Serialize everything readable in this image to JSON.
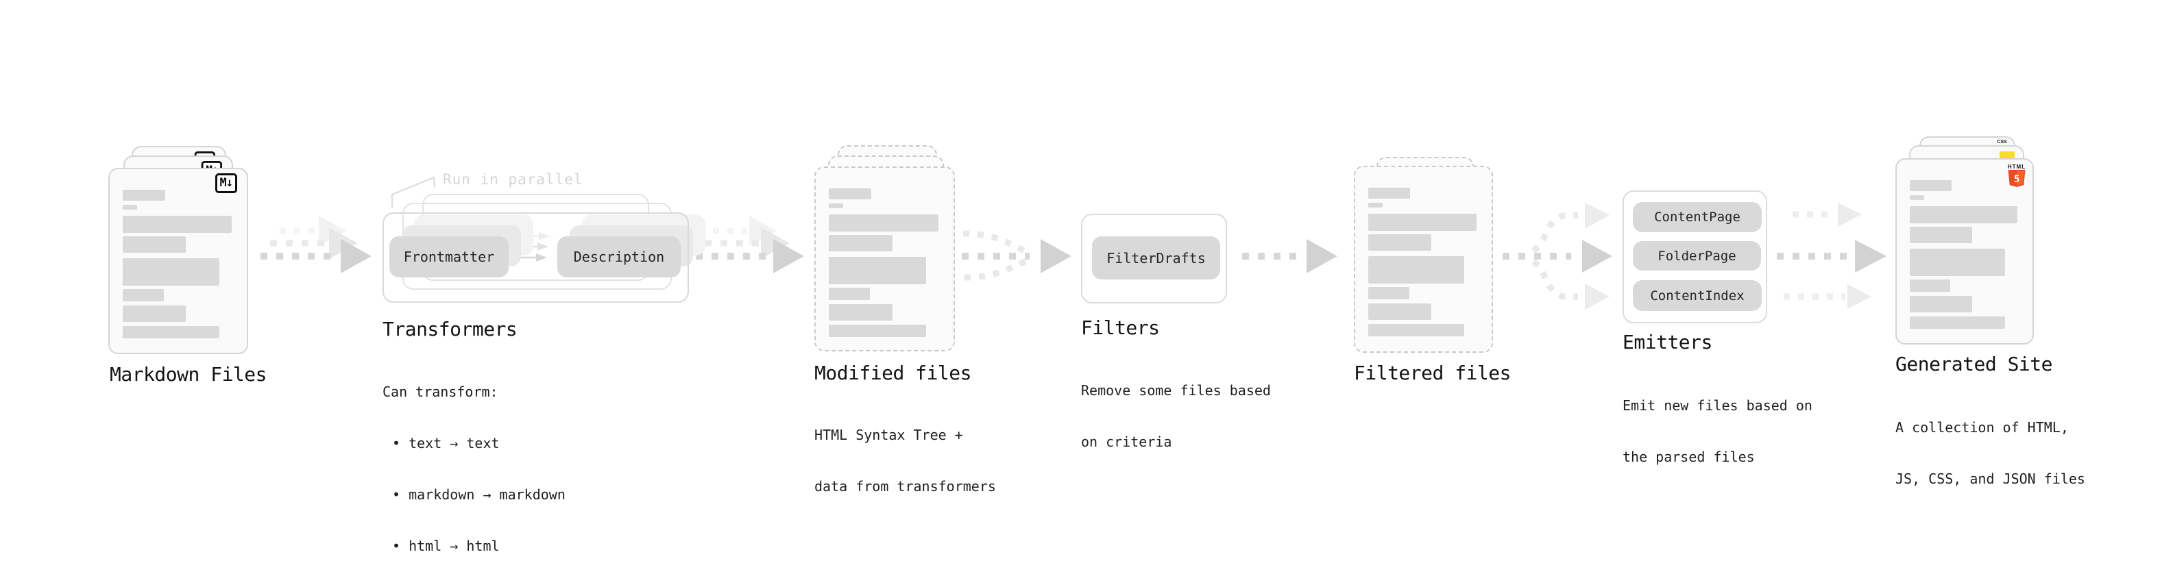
{
  "colors": {
    "ink": "#1d1d1d",
    "muted_gray": "#d4d4d4",
    "chip_gray": "#d9d9d9",
    "skeleton_gray": "#d9d9d9",
    "html5_orange": "#e44d26",
    "html5_orange_light": "#f16529",
    "js_yellow": "#f7df1e",
    "css_blue": "#2860e1"
  },
  "annotation": {
    "run_in_parallel": "Run in parallel"
  },
  "badges": {
    "markdown": "M↓",
    "html_word": "HTML",
    "html_number": "5",
    "css": "CSS"
  },
  "stages": {
    "markdown_files": {
      "title": "Markdown Files"
    },
    "transformers": {
      "title": "Transformers",
      "note_heading": "Can transform:",
      "bullets": [
        "• text → text",
        "• markdown → markdown",
        "• html → html"
      ],
      "buttons": {
        "frontmatter": "Frontmatter",
        "description": "Description"
      }
    },
    "modified_files": {
      "title": "Modified files",
      "subtitle": [
        "HTML Syntax Tree +",
        "data from transformers"
      ]
    },
    "filters": {
      "title": "Filters",
      "subtitle": [
        "Remove some files based",
        "on criteria"
      ],
      "buttons": {
        "filter_drafts": "FilterDrafts"
      }
    },
    "filtered_files": {
      "title": "Filtered files"
    },
    "emitters": {
      "title": "Emitters",
      "subtitle": [
        "Emit new files based on",
        "the parsed files"
      ],
      "buttons": {
        "content_page": "ContentPage",
        "folder_page": "FolderPage",
        "content_index": "ContentIndex"
      }
    },
    "generated_site": {
      "title": "Generated Site",
      "subtitle": [
        "A collection of HTML,",
        "JS, CSS, and JSON files"
      ]
    }
  },
  "skeleton_bars": [
    {
      "t": 30,
      "h": 16,
      "w": 38
    },
    {
      "t": 52,
      "h": 7,
      "w": 13
    },
    {
      "t": 68,
      "h": 25,
      "w": 98
    },
    {
      "t": 98,
      "h": 24,
      "w": 57
    },
    {
      "t": 130,
      "h": 40,
      "w": 87
    },
    {
      "t": 175,
      "h": 18,
      "w": 37
    },
    {
      "t": 199,
      "h": 24,
      "w": 57
    },
    {
      "t": 229,
      "h": 18,
      "w": 87
    }
  ]
}
